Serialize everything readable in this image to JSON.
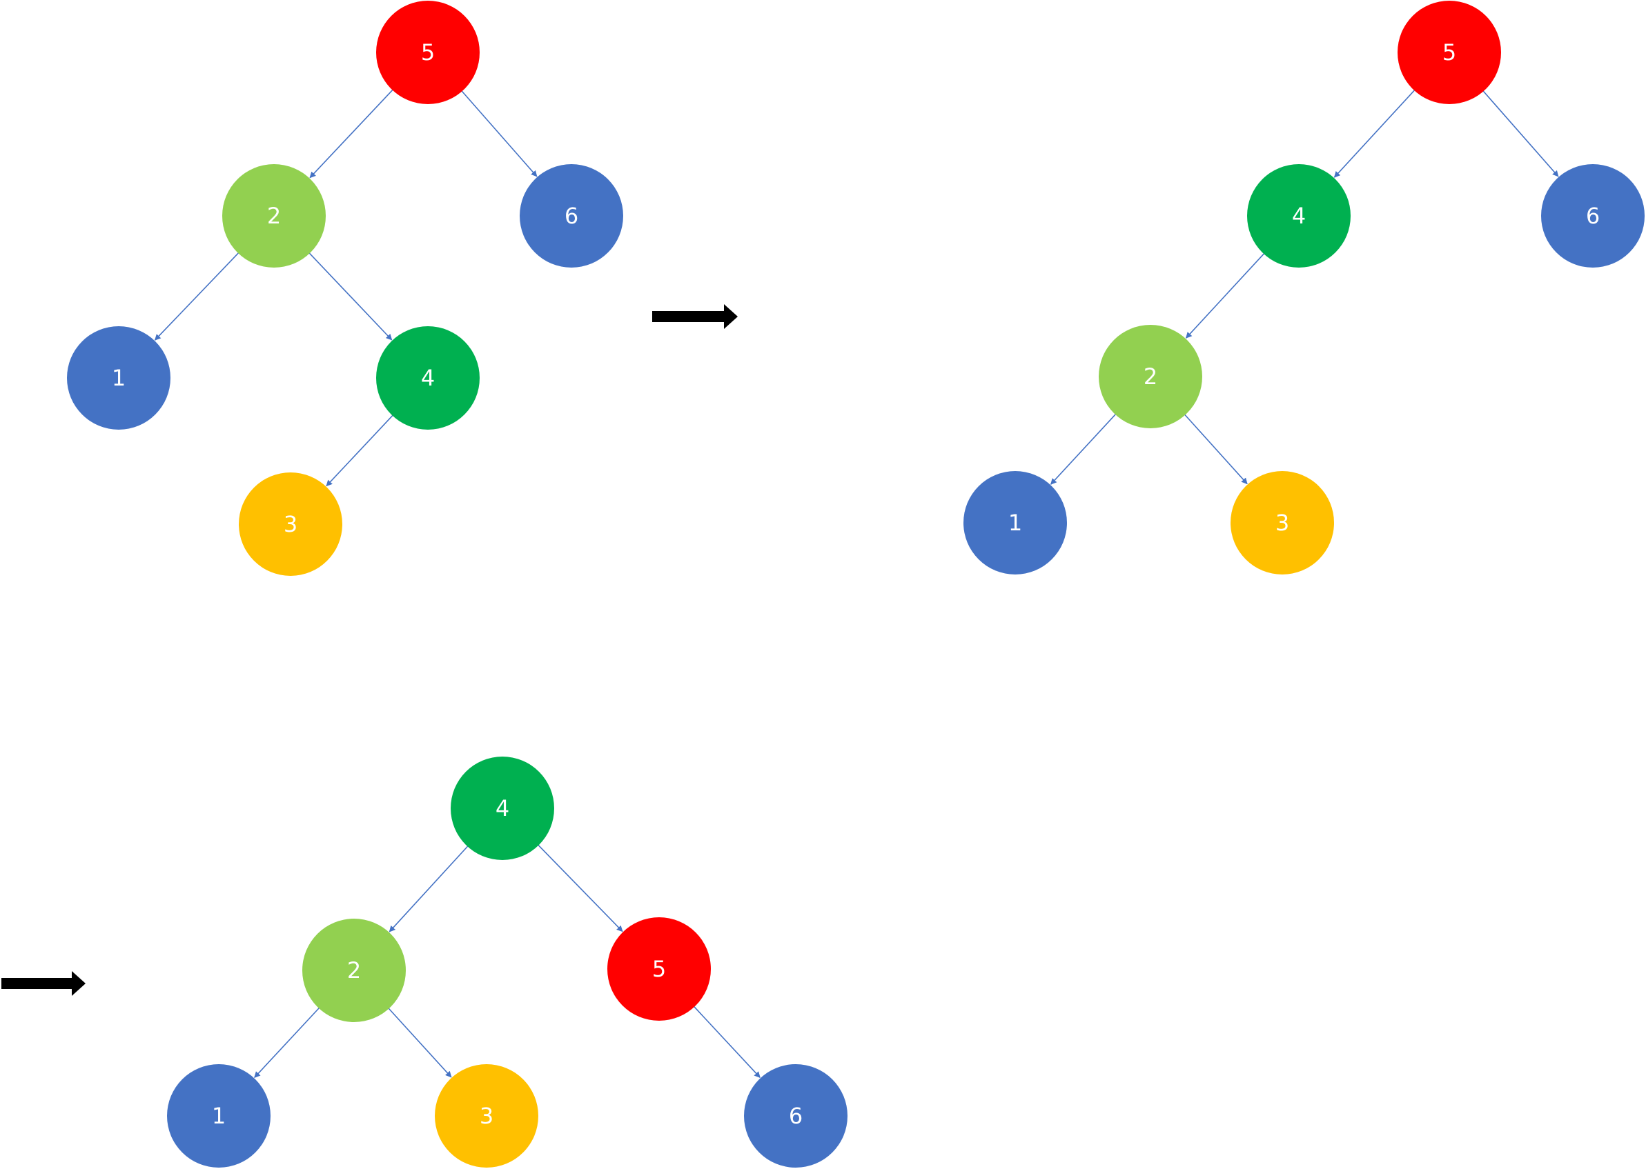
{
  "colors": {
    "red": "#ff0000",
    "light_green": "#92d050",
    "green": "#00b050",
    "blue": "#4472c4",
    "yellow": "#ffc000",
    "edge": "#4472c4",
    "arrow": "#000000",
    "label": "#ffffff"
  },
  "trees": [
    {
      "id": "tree-1",
      "nodes": [
        {
          "key": "5",
          "label": "5",
          "color": "red"
        },
        {
          "key": "2",
          "label": "2",
          "color": "light_green"
        },
        {
          "key": "6",
          "label": "6",
          "color": "blue"
        },
        {
          "key": "1",
          "label": "1",
          "color": "blue"
        },
        {
          "key": "4",
          "label": "4",
          "color": "green"
        },
        {
          "key": "3",
          "label": "3",
          "color": "yellow"
        }
      ],
      "edges": [
        [
          "5",
          "2"
        ],
        [
          "5",
          "6"
        ],
        [
          "2",
          "1"
        ],
        [
          "2",
          "4"
        ],
        [
          "4",
          "3"
        ]
      ]
    },
    {
      "id": "tree-2",
      "nodes": [
        {
          "key": "5",
          "label": "5",
          "color": "red"
        },
        {
          "key": "4",
          "label": "4",
          "color": "green"
        },
        {
          "key": "6",
          "label": "6",
          "color": "blue"
        },
        {
          "key": "2",
          "label": "2",
          "color": "light_green"
        },
        {
          "key": "1",
          "label": "1",
          "color": "blue"
        },
        {
          "key": "3",
          "label": "3",
          "color": "yellow"
        }
      ],
      "edges": [
        [
          "5",
          "4"
        ],
        [
          "5",
          "6"
        ],
        [
          "4",
          "2"
        ],
        [
          "2",
          "1"
        ],
        [
          "2",
          "3"
        ]
      ]
    },
    {
      "id": "tree-3",
      "nodes": [
        {
          "key": "4",
          "label": "4",
          "color": "green"
        },
        {
          "key": "2",
          "label": "2",
          "color": "light_green"
        },
        {
          "key": "5",
          "label": "5",
          "color": "red"
        },
        {
          "key": "1",
          "label": "1",
          "color": "blue"
        },
        {
          "key": "3",
          "label": "3",
          "color": "yellow"
        },
        {
          "key": "6",
          "label": "6",
          "color": "blue"
        }
      ],
      "edges": [
        [
          "4",
          "2"
        ],
        [
          "4",
          "5"
        ],
        [
          "2",
          "1"
        ],
        [
          "2",
          "3"
        ],
        [
          "5",
          "6"
        ]
      ]
    }
  ],
  "arrows": [
    {
      "id": "arrow-1",
      "direction": "right"
    },
    {
      "id": "arrow-2",
      "direction": "right"
    }
  ]
}
